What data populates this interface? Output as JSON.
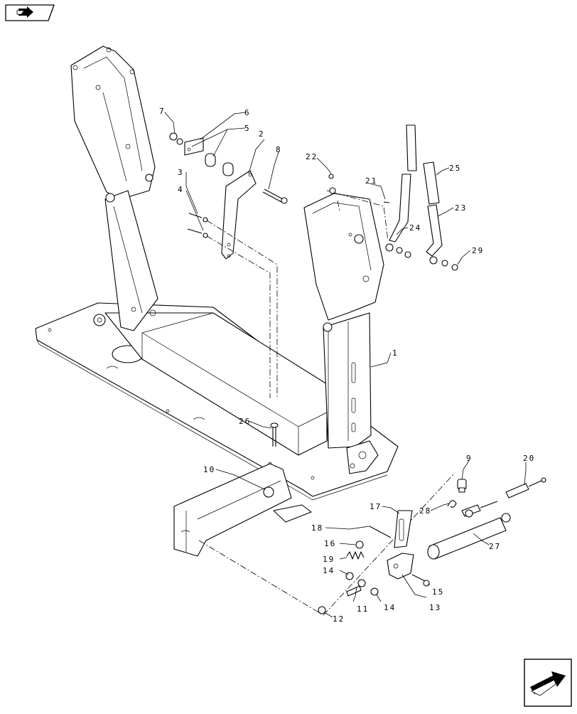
{
  "callouts": [
    {
      "id": "c1",
      "label": "1"
    },
    {
      "id": "c2",
      "label": "2"
    },
    {
      "id": "c3",
      "label": "3"
    },
    {
      "id": "c4",
      "label": "4"
    },
    {
      "id": "c5",
      "label": "5"
    },
    {
      "id": "c6",
      "label": "6"
    },
    {
      "id": "c7",
      "label": "7"
    },
    {
      "id": "c8",
      "label": "8"
    },
    {
      "id": "c9",
      "label": "9"
    },
    {
      "id": "c10",
      "label": "10"
    },
    {
      "id": "c11",
      "label": "11"
    },
    {
      "id": "c12",
      "label": "12"
    },
    {
      "id": "c13",
      "label": "13"
    },
    {
      "id": "c14a",
      "label": "14"
    },
    {
      "id": "c14b",
      "label": "14"
    },
    {
      "id": "c15",
      "label": "15"
    },
    {
      "id": "c16",
      "label": "16"
    },
    {
      "id": "c17",
      "label": "17"
    },
    {
      "id": "c18",
      "label": "18"
    },
    {
      "id": "c19",
      "label": "19"
    },
    {
      "id": "c20",
      "label": "20"
    },
    {
      "id": "c21",
      "label": "21"
    },
    {
      "id": "c22",
      "label": "22"
    },
    {
      "id": "c23",
      "label": "23"
    },
    {
      "id": "c24",
      "label": "24"
    },
    {
      "id": "c25",
      "label": "25"
    },
    {
      "id": "c26",
      "label": "26"
    },
    {
      "id": "c27",
      "label": "27"
    },
    {
      "id": "c28",
      "label": "28"
    },
    {
      "id": "c29",
      "label": "29"
    }
  ],
  "icons": {
    "top_left": "book-arrow-icon",
    "bottom_right": "next-page-arrow-icon"
  }
}
